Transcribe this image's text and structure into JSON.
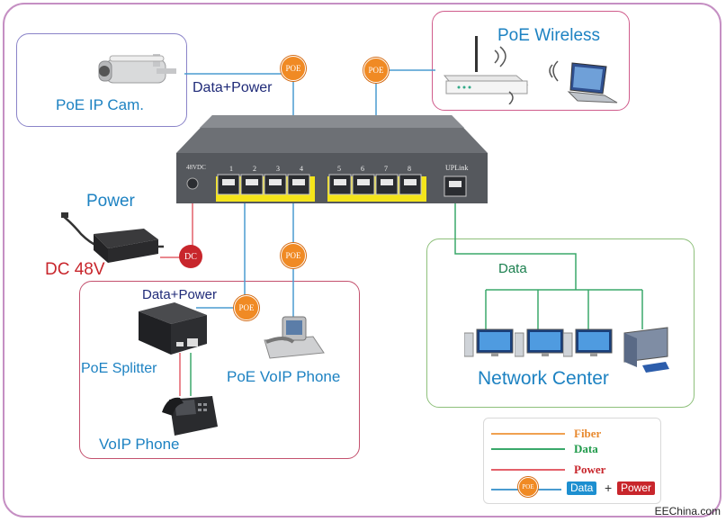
{
  "labels": {
    "poe_ip_cam": "PoE IP Cam.",
    "poe_wireless": "PoE Wireless",
    "data_power_top": "Data+Power",
    "power": "Power",
    "dc_48v": "DC 48V",
    "data_power_left": "Data+Power",
    "poe_splitter": "PoE Splitter",
    "poe_voip_phone": "PoE VoIP Phone",
    "voip_phone": "VoIP Phone",
    "data": "Data",
    "network_center": "Network Center"
  },
  "badges": {
    "poe": "POE",
    "dc": "DC"
  },
  "switch": {
    "power_port_label": "48VDC",
    "ports_a": [
      "1",
      "2",
      "3",
      "4"
    ],
    "ports_b": [
      "5",
      "6",
      "7",
      "8"
    ],
    "uplink_label": "UPLink"
  },
  "legend": {
    "fiber": "Fiber",
    "data": "Data",
    "power": "Power",
    "poe": "POE",
    "combo_data": "Data",
    "plus": "+",
    "combo_power": "Power"
  },
  "colors": {
    "fiber": "#f0a050",
    "data": "#3aa86a",
    "power": "#e4606a",
    "poe_line": "#4a9bd0",
    "poe_badge": "#f08a24",
    "dc_badge": "#c8262c",
    "data_pill": "#1d8fd0",
    "power_pill": "#c8262c"
  },
  "watermark": "EEChina.com"
}
